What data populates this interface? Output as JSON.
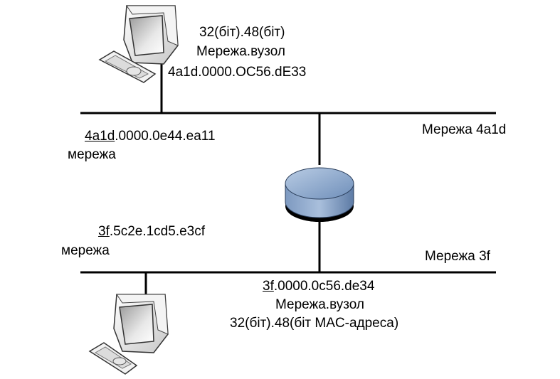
{
  "top_host": {
    "line1": "32(біт).48(біт)",
    "line2": "Мережа.вузол",
    "line3": "4a1d.0000.OC56.dE33"
  },
  "top_network": {
    "name": "Мережа 4a1d",
    "router_port": {
      "net_prefix": "4a1d",
      "rest": ".0000.0e44.ea11",
      "caption": "мережа"
    }
  },
  "bottom_network": {
    "name": "Мережа 3f",
    "router_port": {
      "net_prefix": "3f",
      "rest": ".5c2e.1cd5.e3cf",
      "caption": "мережа"
    }
  },
  "bottom_host": {
    "net_prefix": "3f",
    "rest": ".0000.0c56.de34",
    "line2": "Мережа.вузол",
    "line3": "32(біт).48(біт MAC-адреса)"
  },
  "icons": [
    "desktop-computer-icon",
    "router-icon",
    "desktop-computer-icon"
  ],
  "colors": {
    "line": "#000000",
    "router": "#8aa8cc",
    "router_dark": "#5f7fa8"
  }
}
